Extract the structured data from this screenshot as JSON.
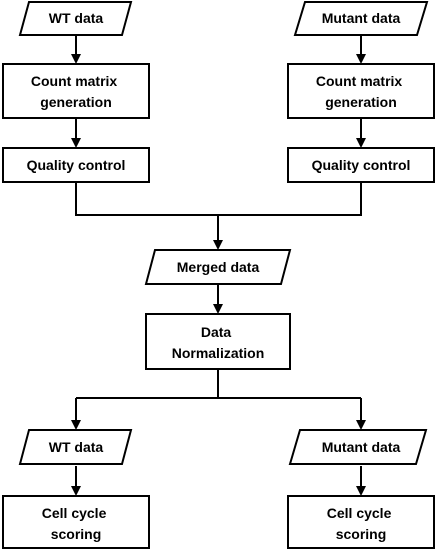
{
  "nodes": {
    "wt_data_top": "WT data",
    "mutant_data_top": "Mutant data",
    "count_matrix_left": [
      "Count matrix",
      "generation"
    ],
    "count_matrix_right": [
      "Count matrix",
      "generation"
    ],
    "qc_left": "Quality control",
    "qc_right": "Quality control",
    "merged_data": "Merged data",
    "normalization": [
      "Data",
      "Normalization"
    ],
    "wt_data_bottom": "WT data",
    "mutant_data_bottom": "Mutant data",
    "cell_cycle_left": [
      "Cell cycle",
      "scoring"
    ],
    "cell_cycle_right": [
      "Cell cycle",
      "scoring"
    ]
  },
  "colors": {
    "stroke": "#000000",
    "fill": "#ffffff",
    "text": "#000000"
  }
}
